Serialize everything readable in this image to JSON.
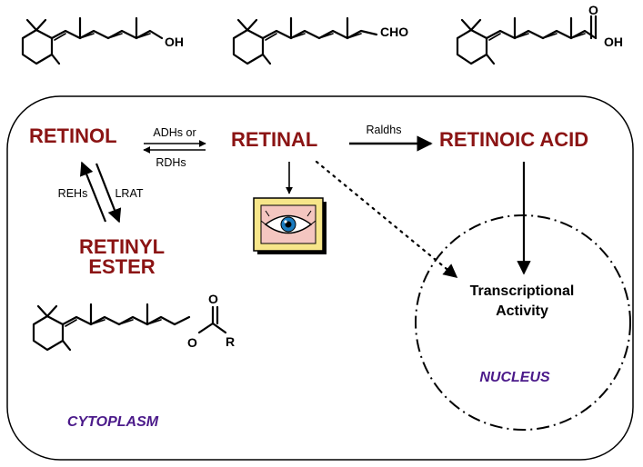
{
  "structures": {
    "retinol_group": "OH",
    "retinal_group": "CHO",
    "acid_o": "O",
    "acid_oh": "OH",
    "ester_o_link": "O",
    "ester_o_carbonyl": "O",
    "ester_r": "R"
  },
  "compartments": {
    "cytoplasm": "CYTOPLASM",
    "nucleus": "NUCLEUS"
  },
  "metabolites": {
    "retinol": "RETINOL",
    "retinal": "RETINAL",
    "retinoic_acid": "RETINOIC ACID",
    "retinyl_line1": "RETINYL",
    "retinyl_line2": "ESTER"
  },
  "enzymes": {
    "adhs": "ADHs or",
    "rdhs": "RDHs",
    "raldhs": "Raldhs",
    "rehs": "REHs",
    "lrat": "LRAT"
  },
  "nucleus_activity": {
    "line1": "Transcriptional",
    "line2": "Activity"
  },
  "icons": {
    "vision": "eye-icon"
  },
  "colors": {
    "metabolite": "#8b1414",
    "compartment": "#4b1a8a",
    "eye_frame": "#f7e68a",
    "eye_panel": "#f4c6c0",
    "iris": "#1a7bbf"
  }
}
